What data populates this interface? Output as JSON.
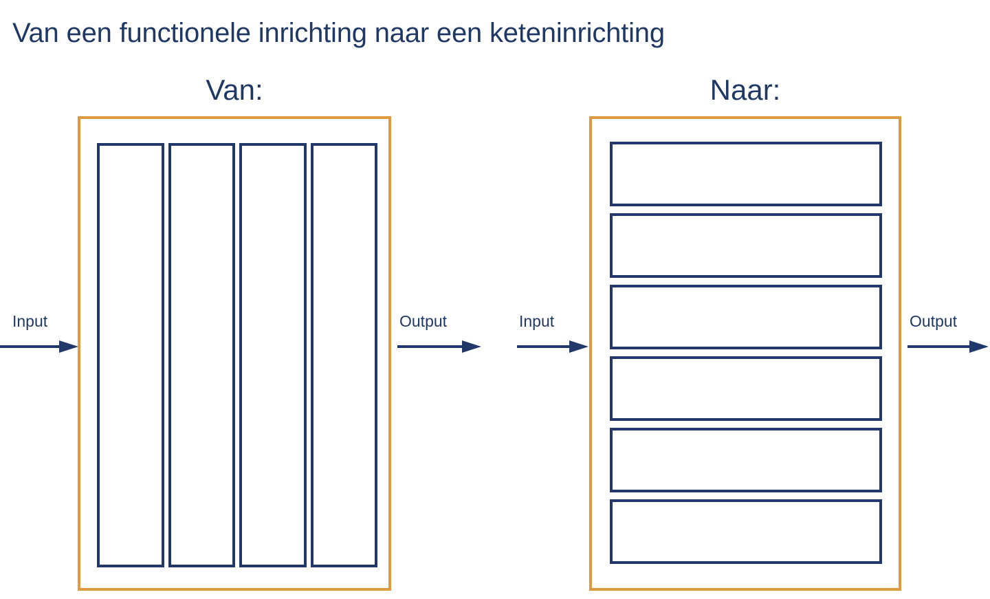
{
  "slide": {
    "title": "Van een functionele inrichting naar een keteninrichting",
    "background_color": "#ffffff"
  },
  "colors": {
    "title_navy": "#1f3864",
    "heading_navy": "#203864",
    "frame_orange": "#dd9a41",
    "box_navy": "#22386b",
    "arrow_navy": "#22386b",
    "label_navy": "#203864"
  },
  "columns": [
    {
      "key": "van",
      "heading": "Van:",
      "layout": "vertical-silos",
      "box_count": 4,
      "boxes": [
        {
          "label": ""
        },
        {
          "label": ""
        },
        {
          "label": ""
        },
        {
          "label": ""
        }
      ],
      "input_label": "Input",
      "output_label": "Output"
    },
    {
      "key": "naar",
      "heading": "Naar:",
      "layout": "horizontal-chains",
      "box_count": 6,
      "boxes": [
        {
          "label": ""
        },
        {
          "label": ""
        },
        {
          "label": ""
        },
        {
          "label": ""
        },
        {
          "label": ""
        },
        {
          "label": ""
        }
      ],
      "input_label": "Input",
      "output_label": "Output"
    }
  ],
  "flows": {
    "left_input": "Input",
    "left_output": "Output",
    "right_input": "Input",
    "right_output": "Output"
  },
  "icons": {
    "arrow_right": "arrow-right-icon"
  }
}
